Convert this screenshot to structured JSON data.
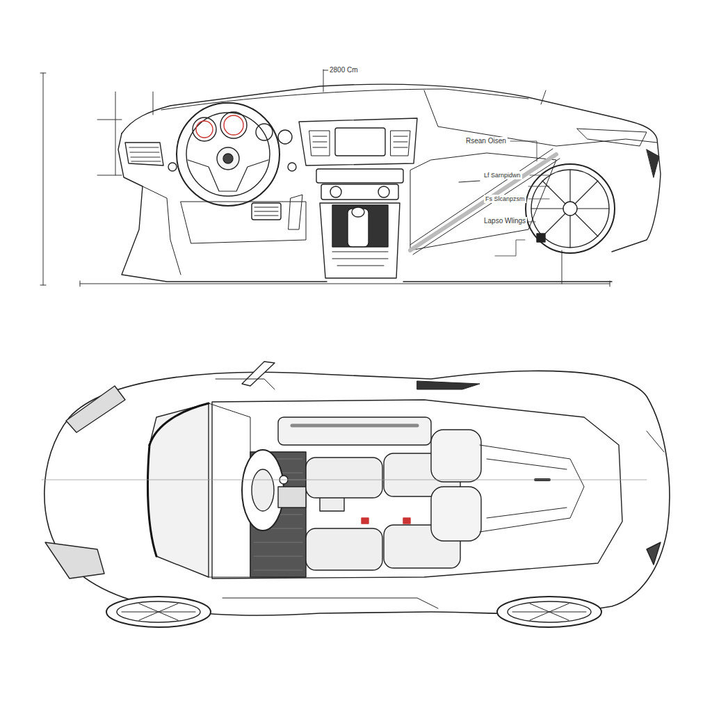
{
  "diagram": {
    "labels": [
      "2800 Cm",
      "Rsean Oisen",
      "Lf Sarnpidwn",
      "Fs Slcanpzsm",
      "Lapso Wlings"
    ]
  }
}
